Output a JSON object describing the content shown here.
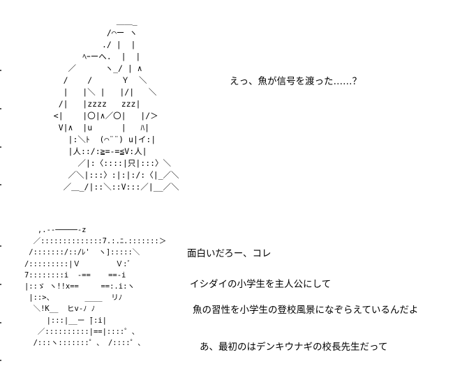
{
  "panels": [
    {
      "art_lines": [
        "                ＿＿_",
        "              /⌒ー ヽ",
        "             ./ |  |",
        "         ﾍｰーへ.  |  |",
        "      ／      ヽ_/ | ∧",
        "     /    /      Ｙ  ＼",
        "     |   |＼ |   |/|   ＼",
        "    /|   |zzzz   zzz|",
        "   <|    |〇|∧／〇|   |/＞",
        "    V|∧  |u      |   ﾊ|",
        "      |:＼ﾄ  (⌒¨¨) u|イ:|",
        "      |人::/:≧=-=≦V:人|",
        "        ／|:〈::::|只|:::〉＼",
        "      ／＼|:::〉:|:|:/:〈|_／＼",
        "     ／＿_/|::＼::V:::／|__／＼"
      ],
      "lines": [
        "えっ、魚が信号を渡った……？"
      ]
    },
    {
      "art_lines": [
        "      ,.--─────‐z",
        "     ／::::::::::::::7.:.ﾆ.:::::::＞",
        "    /:::::::/::/ﾚ'  ヽ]:::::＼",
        "   /:::::::::|Ｖ        Ｖ:ﾞ",
        "   7::::::::i  -==    ==-i",
        "   |::ゞ ヽ!!x==     ==:.i:ヽ",
        "    |::>、       ____  リﾉ",
        "     ＼!K__  ヒv-ﾉ ﾉ",
        "        |:::|__ー ̄|:i|",
        "      ／::::::::::|==|::::゜、",
        "     /:::ヽ:::::::゜、 /::::゜、"
      ],
      "lines": [
        "面白いだろー、コレ",
        "イシダイの小学生を主人公にして",
        "魚の習性を小学生の登校風景になぞらえているんだよ",
        "あ、最初のはデンキウナギの校長先生だって"
      ]
    }
  ]
}
